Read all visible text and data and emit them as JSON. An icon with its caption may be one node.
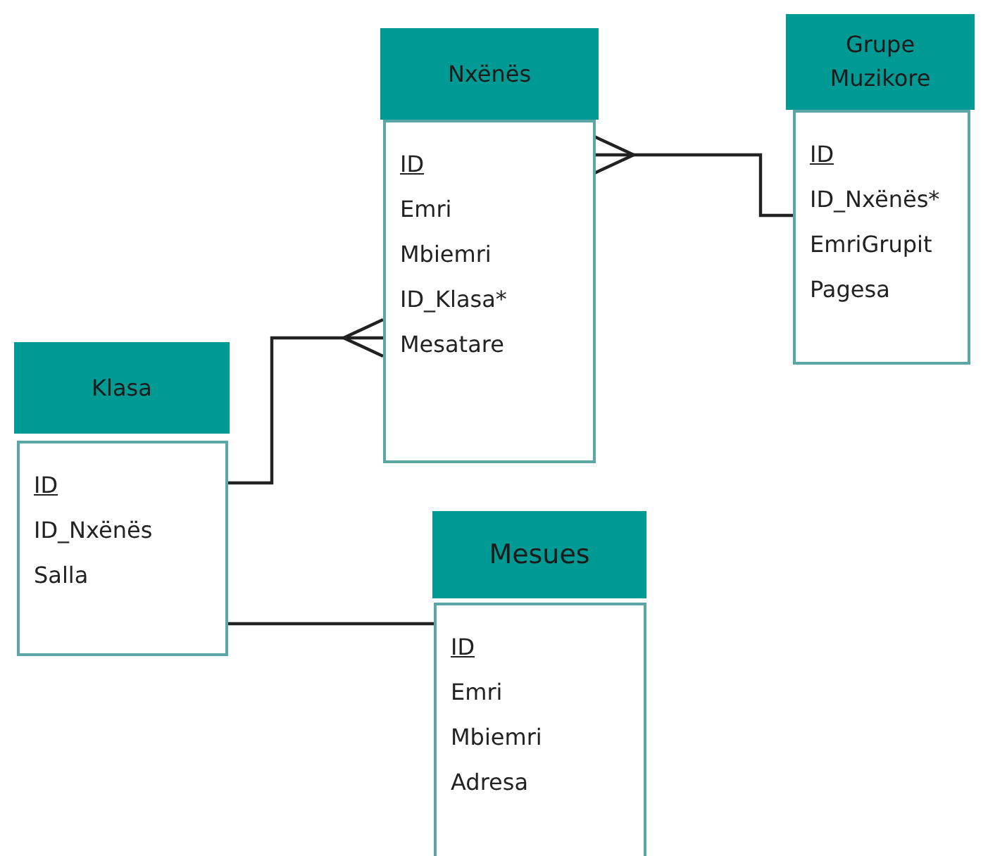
{
  "diagram": {
    "nodes": [
      {
        "text": [
          "Nxënës",
          "ID",
          "Emri",
          "Mbiemri",
          "ID_Klasa*",
          "Mesatare"
        ]
      },
      {
        "text": [
          "Grupe Muzikore",
          "ID",
          "ID_Nxënës*",
          "EmriGrupit",
          "Pagesa"
        ]
      },
      {
        "text": [
          "Klasa",
          "ID",
          "ID_Nxënës",
          "Salla"
        ]
      },
      {
        "text": [
          "Mesues",
          "ID",
          "Emri",
          "Mbiemri",
          "Adresa"
        ]
      }
    ],
    "edges": [
      {
        "from": 2,
        "to": 0,
        "arrow": "other"
      },
      {
        "from": 1,
        "to": 0,
        "arrow": "other"
      },
      {
        "from": 2,
        "to": 3,
        "arrow": "none"
      }
    ]
  }
}
